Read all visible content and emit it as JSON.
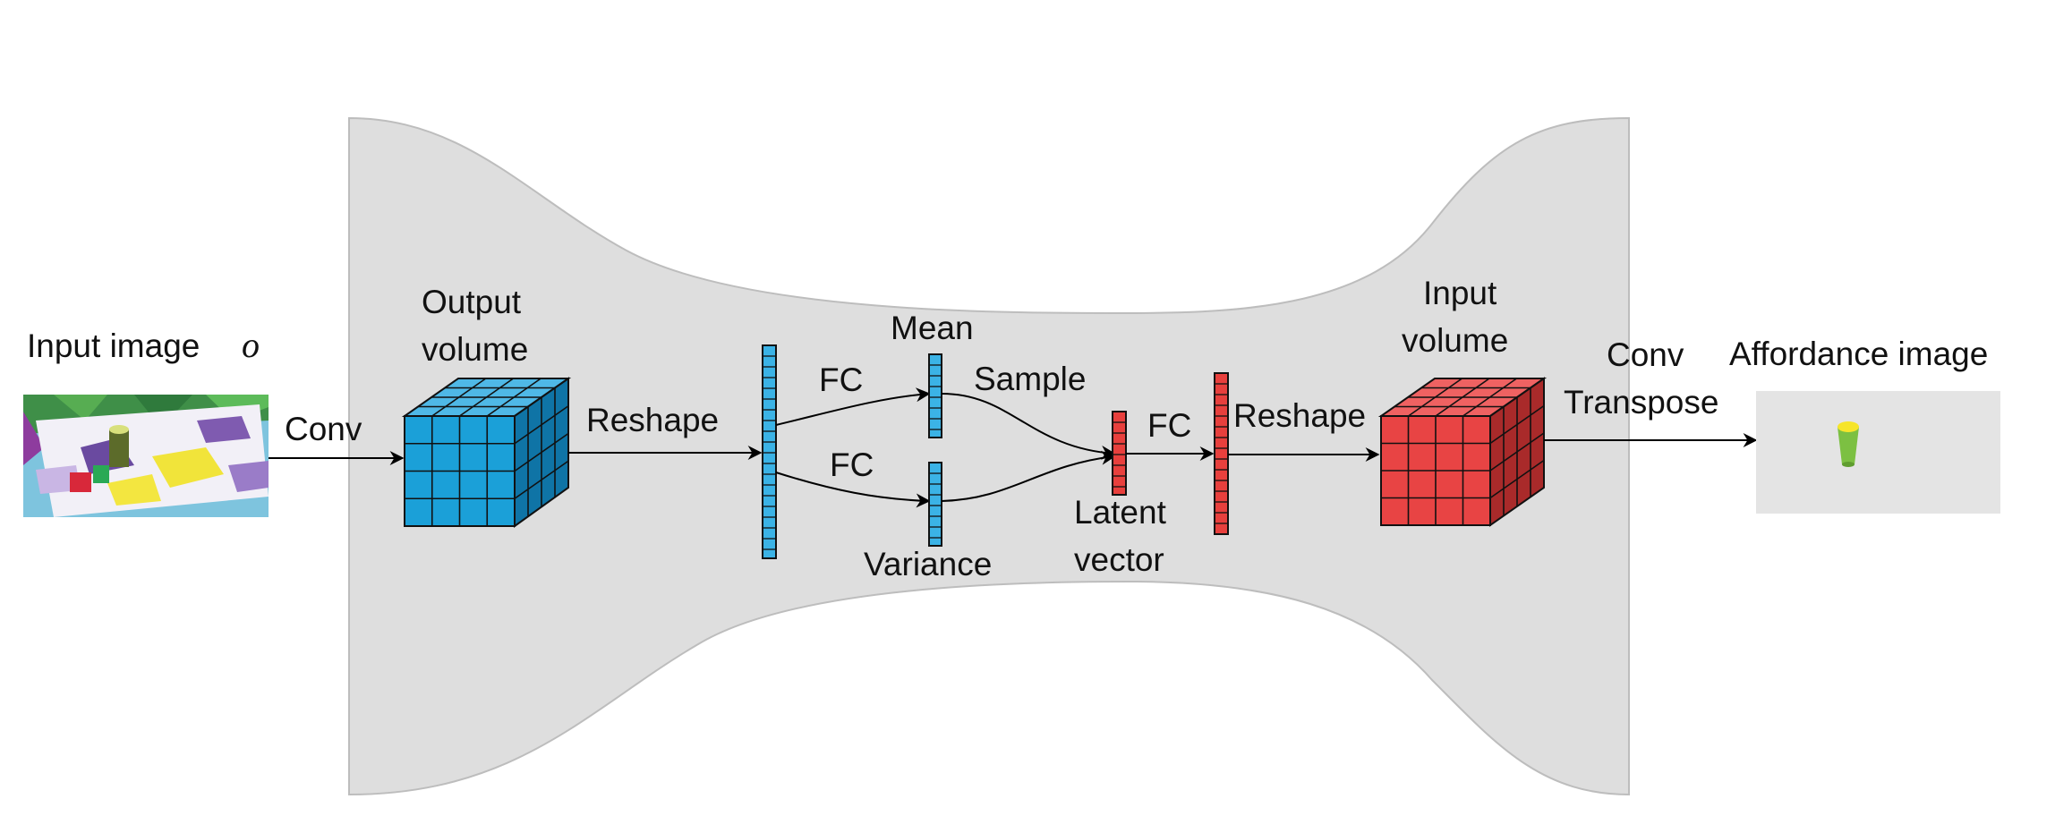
{
  "labels": {
    "input_image": "Input image",
    "input_symbol": "o",
    "conv": "Conv",
    "output_volume_line1": "Output",
    "output_volume_line2": "volume",
    "reshape_encoder": "Reshape",
    "fc_mean": "FC",
    "fc_variance": "FC",
    "mean": "Mean",
    "variance": "Variance",
    "sample": "Sample",
    "latent_line1": "Latent",
    "latent_line2": "vector",
    "fc_decoder": "FC",
    "reshape_decoder": "Reshape",
    "input_volume_line1": "Input",
    "input_volume_line2": "volume",
    "conv_transpose_line1": "Conv",
    "conv_transpose_line2": "Transpose",
    "affordance_image": "Affordance image"
  },
  "colors": {
    "background_shape": "#dedede",
    "background_outline": "#bdbdbd",
    "encoder_blue": "#1ba0d8",
    "encoder_blue_top": "#4fb8e6",
    "encoder_blue_side": "#0f74a6",
    "vector_blue": "#3bb3e6",
    "decoder_red": "#e84444",
    "decoder_red_top": "#ef6262",
    "decoder_red_side": "#a92a2a",
    "vector_red": "#e8403d",
    "arrow": "#000000",
    "affordance_bg": "#e4e4e4",
    "affordance_object": "#7cc042",
    "affordance_top": "#f6e52a"
  }
}
